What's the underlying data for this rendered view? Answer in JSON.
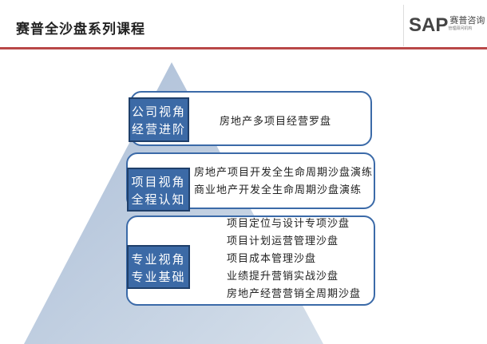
{
  "header": {
    "title": "赛普全沙盘系列课程",
    "logo": {
      "brand": "SAP",
      "name": "赛普咨询",
      "sub": "管理顾问机构"
    }
  },
  "colors": {
    "accent": "#b94848",
    "label_bg": "#3c6aa6",
    "pyramid": "#b7c7db"
  },
  "tiers": [
    {
      "label_line1": "公司视角",
      "label_line2": "经营进阶",
      "items": [
        "房地产多项目经营罗盘"
      ]
    },
    {
      "label_line1": "项目视角",
      "label_line2": "全程认知",
      "items": [
        "房地产项目开发全生命周期沙盘演练",
        "商业地产开发全生命周期沙盘演练"
      ]
    },
    {
      "label_line1": "专业视角",
      "label_line2": "专业基础",
      "items": [
        "项目定位与设计专项沙盘",
        "项目计划运营管理沙盘",
        "项目成本管理沙盘",
        "业绩提升营销实战沙盘",
        "房地产经营营销全周期沙盘"
      ]
    }
  ]
}
